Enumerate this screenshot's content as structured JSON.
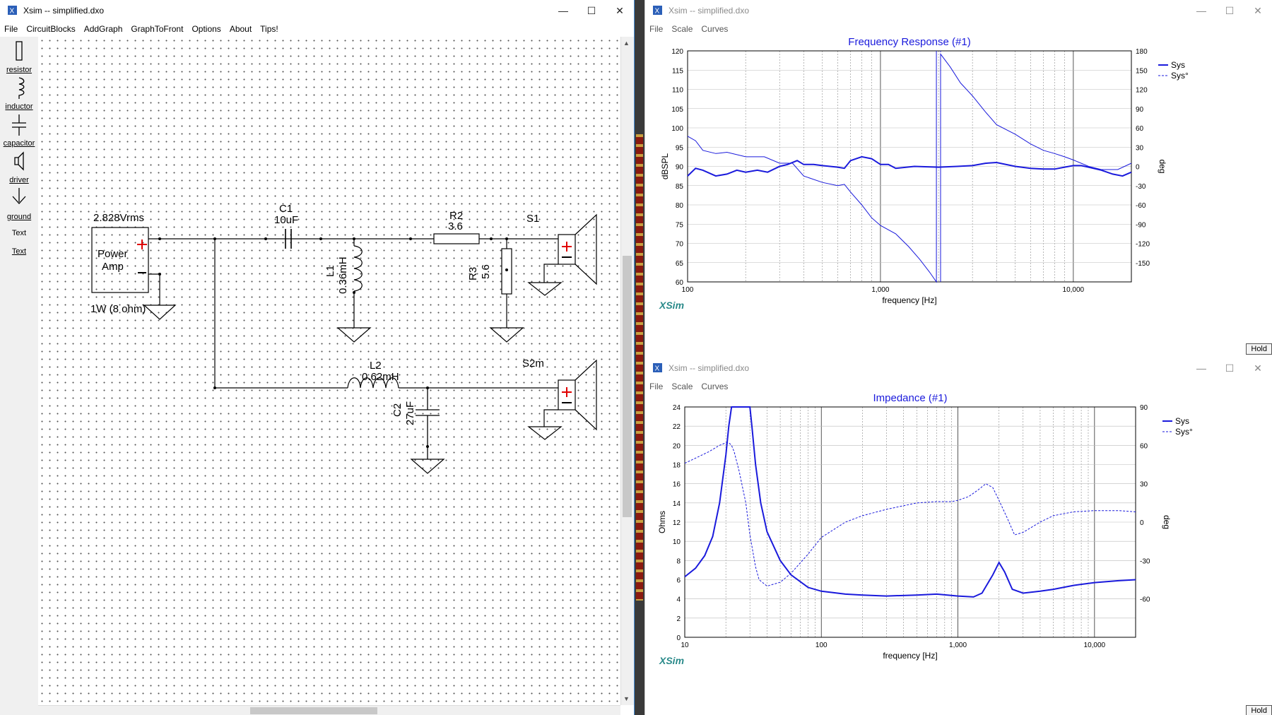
{
  "schematic_window": {
    "title": "Xsim -- simplified.dxo",
    "menu": [
      "File",
      "CircuitBlocks",
      "AddGraph",
      "GraphToFront",
      "Options",
      "About",
      "Tips!"
    ],
    "toolbar": [
      {
        "label": "resistor",
        "icon": "resistor-icon"
      },
      {
        "label": "inductor",
        "icon": "inductor-icon"
      },
      {
        "label": "capacitor",
        "icon": "capacitor-icon"
      },
      {
        "label": "driver",
        "icon": "speaker-icon"
      },
      {
        "label": "ground",
        "icon": "ground-icon"
      },
      {
        "label": "Text",
        "icon": "text-icon"
      },
      {
        "label": "Text",
        "icon": "text-link"
      }
    ],
    "circuit": {
      "amp_voltage": "2.828Vrms",
      "amp_label_1": "Power",
      "amp_label_2": "Amp",
      "amp_power": "1W (8 ohm)",
      "c1_name": "C1",
      "c1_value": "10uF",
      "r2_name": "R2",
      "r2_value": "3.6",
      "l1_name": "L1",
      "l1_value": "0.36mH",
      "r3_name": "R3",
      "r3_value": "5.6",
      "s1_name": "S1",
      "l2_name": "L2",
      "l2_value": "0.62mH",
      "c2_name": "C2",
      "c2_value": "27uF",
      "s2_name": "S2m"
    }
  },
  "graph_windows": [
    {
      "title": "Xsim -- simplified.dxo",
      "menu": [
        "File",
        "Scale",
        "Curves"
      ],
      "hold_label": "Hold",
      "logo": "XSim"
    },
    {
      "title": "Xsim -- simplified.dxo",
      "menu": [
        "File",
        "Scale",
        "Curves"
      ],
      "hold_label": "Hold",
      "logo": "XSim"
    }
  ],
  "chart_data": [
    {
      "type": "line",
      "title": "Frequency Response (#1)",
      "xlabel": "frequency [Hz]",
      "ylabel": "dBSPL",
      "y2label": "deg",
      "xscale": "log",
      "xlim": [
        100,
        20000
      ],
      "ylim": [
        60,
        120
      ],
      "y2lim": [
        -180,
        180
      ],
      "xticks": [
        "100",
        "1,000",
        "10,000"
      ],
      "yticks": [
        60,
        65,
        70,
        75,
        80,
        85,
        90,
        95,
        100,
        105,
        110,
        115,
        120
      ],
      "y2ticks": [
        -150,
        -120,
        -90,
        -60,
        -30,
        0,
        30,
        60,
        90,
        120,
        150,
        180
      ],
      "legend": [
        "Sys",
        "Sys°"
      ],
      "legend_position": "right",
      "grid": true,
      "series": [
        {
          "name": "Sys",
          "axis": "left",
          "style": "solid",
          "x": [
            100,
            110,
            120,
            140,
            160,
            180,
            200,
            230,
            260,
            300,
            330,
            370,
            400,
            450,
            500,
            600,
            650,
            700,
            800,
            900,
            1000,
            1100,
            1200,
            1500,
            2000,
            2500,
            3000,
            3500,
            4000,
            5000,
            6000,
            7000,
            8000,
            9000,
            10000,
            11000,
            12000,
            14000,
            16000,
            18000,
            20000
          ],
          "y": [
            87.5,
            89.5,
            89,
            87.5,
            88,
            89,
            88.5,
            89,
            88.5,
            90,
            90.5,
            91.5,
            90.5,
            90.5,
            90.2,
            89.8,
            89.5,
            91.5,
            92.5,
            92,
            90.5,
            90.5,
            89.5,
            90,
            89.8,
            90,
            90.2,
            90.8,
            91,
            90,
            89.5,
            89.3,
            89.3,
            89.8,
            90.2,
            90.2,
            89.8,
            89,
            88,
            87.5,
            88.5
          ]
        },
        {
          "name": "Sys°",
          "axis": "right",
          "style": "solid-thin",
          "x": [
            100,
            110,
            120,
            140,
            160,
            200,
            250,
            300,
            350,
            400,
            500,
            600,
            650,
            700,
            800,
            900,
            1000,
            1200,
            1400,
            1600,
            1800,
            1950,
            2050,
            2300,
            2600,
            3000,
            3500,
            4000,
            5000,
            6000,
            7000,
            8000,
            9000,
            10000,
            12000,
            14000,
            17000,
            20000
          ],
          "y": [
            47,
            40,
            25,
            20,
            22,
            15,
            15,
            5,
            5,
            -15,
            -25,
            -30,
            -28,
            -40,
            -60,
            -80,
            -92,
            -105,
            -125,
            -145,
            -165,
            -180,
            175,
            155,
            130,
            110,
            85,
            65,
            50,
            35,
            25,
            20,
            15,
            10,
            0,
            -5,
            -5,
            5
          ]
        }
      ]
    },
    {
      "type": "line",
      "title": "Impedance (#1)",
      "xlabel": "frequency [Hz]",
      "ylabel": "Ohms",
      "y2label": "deg",
      "xscale": "log",
      "xlim": [
        10,
        20000
      ],
      "ylim": [
        0,
        24
      ],
      "y2lim": [
        -90,
        90
      ],
      "xticks": [
        "10",
        "100",
        "1,000",
        "10,000"
      ],
      "yticks": [
        0,
        2,
        4,
        6,
        8,
        10,
        12,
        14,
        16,
        18,
        20,
        22,
        24
      ],
      "y2ticks": [
        -60,
        -30,
        0,
        30,
        60,
        90
      ],
      "legend": [
        "Sys",
        "Sys°"
      ],
      "legend_position": "right",
      "grid": true,
      "series": [
        {
          "name": "Sys",
          "axis": "left",
          "style": "solid",
          "x": [
            10,
            12,
            14,
            16,
            18,
            20,
            21,
            22,
            23,
            30,
            31,
            33,
            36,
            40,
            50,
            60,
            80,
            100,
            150,
            200,
            300,
            500,
            700,
            1000,
            1300,
            1500,
            1800,
            2000,
            2200,
            2500,
            3000,
            4000,
            5000,
            7000,
            10000,
            15000,
            20000
          ],
          "y": [
            6.3,
            7.2,
            8.5,
            10.5,
            14,
            19,
            22,
            24,
            24.5,
            24.5,
            22,
            18,
            14,
            11,
            8,
            6.5,
            5.2,
            4.8,
            4.5,
            4.4,
            4.3,
            4.4,
            4.5,
            4.3,
            4.2,
            4.6,
            6.5,
            7.8,
            6.8,
            5,
            4.6,
            4.8,
            5,
            5.4,
            5.7,
            5.9,
            6
          ]
        },
        {
          "name": "Sys°",
          "axis": "dashed-right",
          "style": "dashed",
          "x": [
            10,
            12,
            15,
            18,
            20,
            21,
            22,
            23,
            25,
            28,
            30,
            33,
            35,
            40,
            50,
            60,
            80,
            100,
            150,
            200,
            300,
            500,
            700,
            900,
            1000,
            1200,
            1400,
            1600,
            1800,
            2000,
            2300,
            2600,
            3000,
            4000,
            5000,
            7000,
            10000,
            15000,
            20000
          ],
          "y": [
            46,
            50,
            55,
            60,
            62,
            62,
            60,
            55,
            40,
            15,
            -10,
            -35,
            -45,
            -50,
            -47,
            -40,
            -25,
            -12,
            0,
            5,
            10,
            15,
            16,
            16,
            17,
            20,
            25,
            30,
            27,
            17,
            3,
            -10,
            -8,
            0,
            5,
            8,
            9,
            9,
            8
          ]
        }
      ]
    }
  ]
}
